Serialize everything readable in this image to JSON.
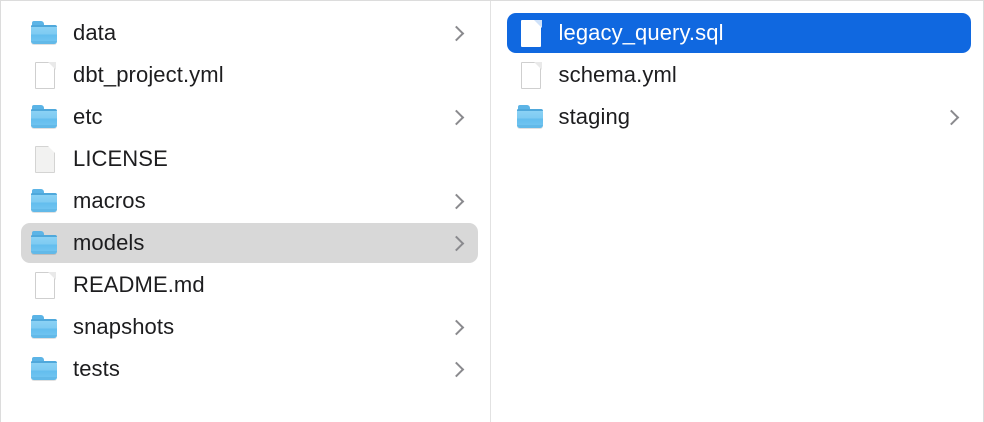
{
  "app": {
    "view": "column-view",
    "selection_color": "#1068e0",
    "inactive_selection_color": "#d8d8d8",
    "text_color": "#1d1d1f",
    "folder_color": "#7ecbf2",
    "chevron_color": "#8a8a8e",
    "divider_color": "#e2e2e2"
  },
  "columns": [
    {
      "name": "parent-column",
      "items": [
        {
          "label": "data",
          "kind": "folder",
          "chevron": true,
          "state": "normal"
        },
        {
          "label": "dbt_project.yml",
          "kind": "file",
          "chevron": false,
          "state": "normal"
        },
        {
          "label": "etc",
          "kind": "folder",
          "chevron": true,
          "state": "normal"
        },
        {
          "label": "LICENSE",
          "kind": "file-plain",
          "chevron": false,
          "state": "normal"
        },
        {
          "label": "macros",
          "kind": "folder",
          "chevron": true,
          "state": "normal"
        },
        {
          "label": "models",
          "kind": "folder",
          "chevron": true,
          "state": "selected-inactive"
        },
        {
          "label": "README.md",
          "kind": "file",
          "chevron": false,
          "state": "normal"
        },
        {
          "label": "snapshots",
          "kind": "folder",
          "chevron": true,
          "state": "normal"
        },
        {
          "label": "tests",
          "kind": "folder",
          "chevron": true,
          "state": "normal"
        }
      ]
    },
    {
      "name": "child-column",
      "items": [
        {
          "label": "legacy_query.sql",
          "kind": "file",
          "chevron": false,
          "state": "selected-active"
        },
        {
          "label": "schema.yml",
          "kind": "file",
          "chevron": false,
          "state": "normal"
        },
        {
          "label": "staging",
          "kind": "folder",
          "chevron": true,
          "state": "normal"
        }
      ]
    }
  ]
}
